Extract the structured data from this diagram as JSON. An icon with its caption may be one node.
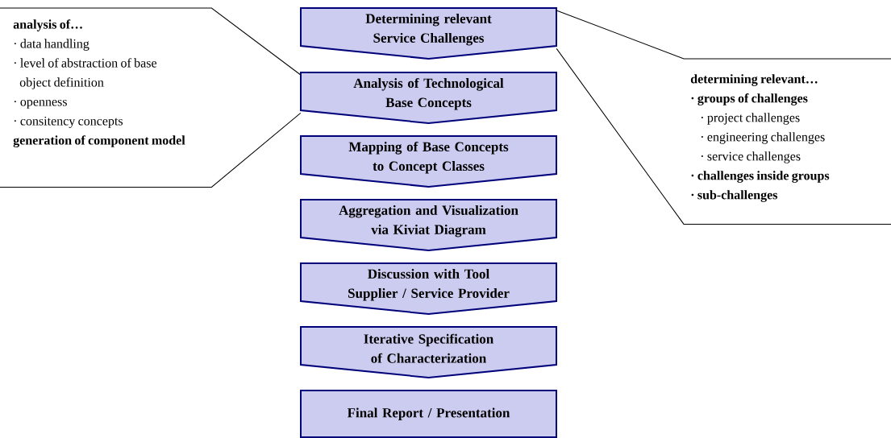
{
  "diagram": {
    "nodes": [
      {
        "text": [
          "Determining relevant Service Challenges"
        ]
      },
      {
        "text": [
          "Analysis of Technological Base Concepts"
        ]
      },
      {
        "text": [
          "Mapping of Base Concepts to Concept Classes"
        ]
      },
      {
        "text": [
          "Aggregation and Visualization via Kiviat Diagram"
        ]
      },
      {
        "text": [
          "Discussion with Tool Supplier / Service Provider"
        ]
      },
      {
        "text": [
          "Iterative Specification of Characterization"
        ]
      },
      {
        "text": [
          "Final Report / Presentation"
        ]
      },
      {
        "text": [
          "analysis of…",
          "· data handling",
          "· level of abstraction of base object definition",
          "· openness",
          "· consitency concepts",
          "generation of component model"
        ]
      },
      {
        "text": [
          "determining relevant…",
          "· groups of challenges",
          "· project challenges",
          "· engineering challenges",
          "· service challenges",
          "· challenges inside groups",
          "· sub-challenges"
        ]
      }
    ],
    "edges": [
      {
        "from": 7,
        "to": 1,
        "arrow": "none"
      },
      {
        "from": 8,
        "to": 0,
        "arrow": "none"
      }
    ]
  }
}
